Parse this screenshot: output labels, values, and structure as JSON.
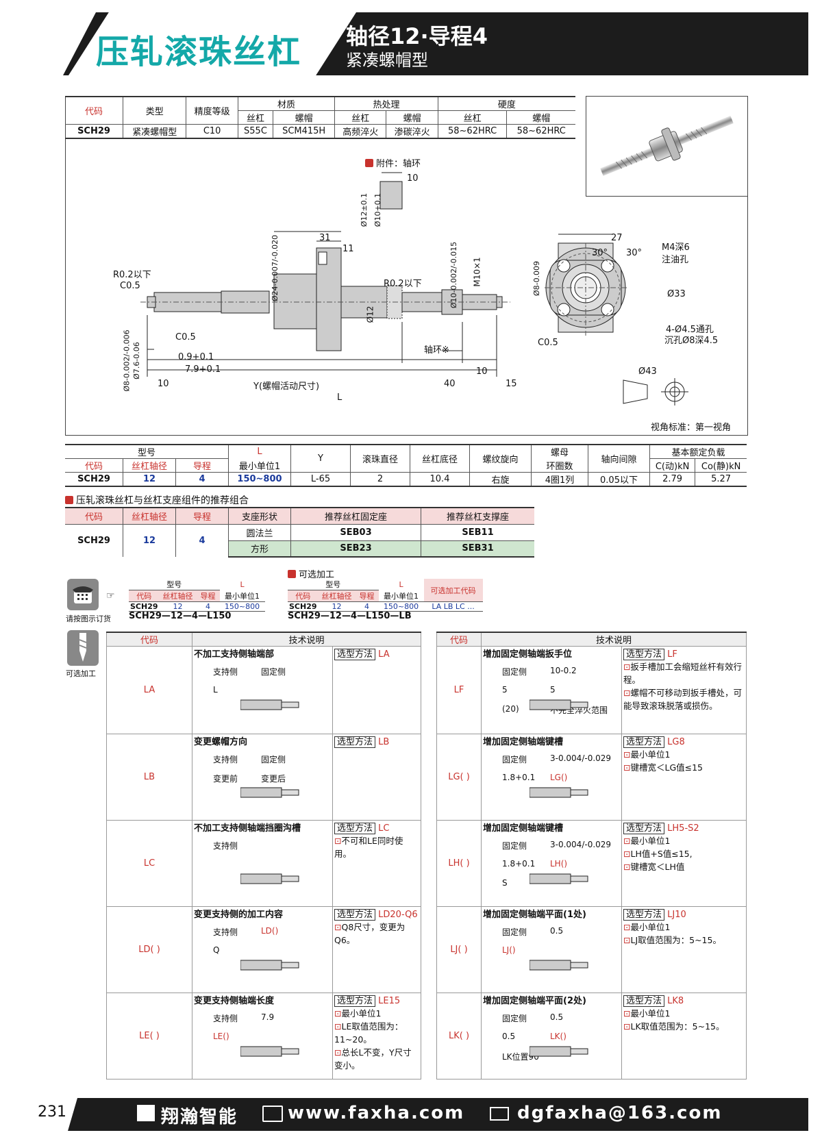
{
  "header": {
    "title": "压轧滚珠丝杠",
    "subtitle1": "轴径12·导程4",
    "subtitle2": "紧凑螺帽型"
  },
  "spec_table": {
    "headers": {
      "code": "代码",
      "type": "类型",
      "precision": "精度等级",
      "material": "材质",
      "heat": "热处理",
      "hardness": "硬度",
      "screw": "丝杠",
      "nut": "螺帽"
    },
    "row": {
      "code": "SCH29",
      "type": "紧凑螺帽型",
      "precision": "C10",
      "mat_screw": "S55C",
      "mat_nut": "SCM415H",
      "heat_screw": "高频淬火",
      "heat_nut": "渗碳淬火",
      "hard_screw": "58~62HRC",
      "hard_nut": "58~62HRC"
    }
  },
  "drawing": {
    "accessory": "附件：轴环",
    "collar_len": "10",
    "collar_d1": "Ø12±0.1",
    "collar_d2": "Ø10+0.1",
    "dim31": "31",
    "dim11": "11",
    "r02a": "R0.2以下",
    "c05a": "C0.5",
    "r02b": "R0.2以下",
    "d24": "Ø24-0.007/-0.020",
    "d12": "Ø12",
    "d10": "Ø10-0.002/-0.015",
    "m10": "M10×1",
    "d8r": "Ø8-0.009",
    "c05b": "C0.5",
    "c05c": "C0.5",
    "d8l": "Ø8-0.002/-0.006",
    "d76": "Ø7.6-0.06",
    "d09": "0.9+0.1",
    "d79": "7.9+0.1",
    "collar": "轴环※",
    "d10b": "10",
    "y": "Y(螺帽活动尺寸)",
    "d40": "40",
    "d10c": "10",
    "d15": "15",
    "l": "L",
    "d27": "27",
    "ang1": "30°",
    "ang2": "30°",
    "m4": "M4深6",
    "oil": "注油孔",
    "d33": "Ø33",
    "holes": "4-Ø4.5通孔",
    "cbore": "沉孔Ø8深4.5",
    "d43": "Ø43",
    "view": "视角标准：第一视角"
  },
  "model_table": {
    "h": {
      "model": "型号",
      "code": "代码",
      "axis": "丝杠轴径",
      "lead": "导程",
      "L": "L",
      "Lsub": "最小单位1",
      "Y": "Y",
      "ball": "滚珠直径",
      "root": "丝杠底径",
      "dir": "螺纹旋向",
      "turns1": "螺母",
      "turns2": "环圈数",
      "clear": "轴向间隙",
      "load": "基本额定负载",
      "c": "C(动)kN",
      "co": "Co(静)kN"
    },
    "r": {
      "code": "SCH29",
      "axis": "12",
      "lead": "4",
      "L": "150~800",
      "Y": "L-65",
      "ball": "2",
      "root": "10.4",
      "dir": "右旋",
      "turns": "4圈1列",
      "clear": "0.05以下",
      "c": "2.79",
      "co": "5.27"
    }
  },
  "combo": {
    "title": "压轧滚珠丝杠与丝杠支座组件的推荐组合",
    "h": {
      "code": "代码",
      "axis": "丝杠轴径",
      "lead": "导程",
      "shape": "支座形状",
      "fix": "推荐丝杠固定座",
      "sup": "推荐丝杠支撑座"
    },
    "rows": [
      {
        "code": "SCH29",
        "axis": "12",
        "lead": "4",
        "shape": "圆法兰",
        "fix": "SEB03",
        "sup": "SEB11"
      },
      {
        "shape": "方形",
        "fix": "SEB23",
        "sup": "SEB31"
      }
    ]
  },
  "order": {
    "phone_lbl": "请按图示订货",
    "opt_lbl": "可选加工",
    "t1": {
      "model": "型号",
      "code": "代码",
      "axis": "丝杠轴径",
      "lead": "导程",
      "L": "L",
      "Lsub": "最小单位1",
      "v_code": "SCH29",
      "v_axis": "12",
      "v_lead": "4",
      "v_L": "150~800",
      "example": "SCH29—12—4—L150"
    },
    "t2": {
      "title": "可选加工",
      "model": "型号",
      "code": "代码",
      "axis": "丝杠轴径",
      "lead": "导程",
      "L": "L",
      "Lsub": "最小单位1",
      "optcode": "可选加工代码",
      "v_code": "SCH29",
      "v_axis": "12",
      "v_lead": "4",
      "v_L": "150~800",
      "v_opt": "LA  LB  LC ...",
      "example": "SCH29—12—4—L150—LB"
    }
  },
  "options": {
    "h_code": "代码",
    "h_desc": "技术说明",
    "sel": "选型方法",
    "left": [
      {
        "code": "LA",
        "title": "不加工支持侧轴端部",
        "sel": "LA",
        "notes": [],
        "labels": [
          "支持侧",
          "固定侧",
          "L"
        ]
      },
      {
        "code": "LB",
        "title": "变更螺帽方向",
        "sel": "LB",
        "notes": [],
        "labels": [
          "支持侧",
          "固定侧",
          "变更前",
          "变更后"
        ]
      },
      {
        "code": "LC",
        "title": "不加工支持侧轴端挡圈沟槽",
        "sel": "LC",
        "notes": [
          "不可和LE同时使用。"
        ],
        "labels": [
          "支持侧"
        ]
      },
      {
        "code": "LD( )",
        "title": "变更支持侧的加工内容",
        "sel": "LD20-Q6",
        "notes": [
          "Q8尺寸，变更为Q6。"
        ],
        "labels": [
          "支持侧",
          "LD()",
          "Q"
        ]
      },
      {
        "code": "LE( )",
        "title": "变更支持侧轴端长度",
        "sel": "LE15",
        "notes": [
          "最小单位1",
          "LE取值范围为：11~20。",
          "总长L不变，Y尺寸变小。"
        ],
        "labels": [
          "支持侧",
          "7.9",
          "LE()"
        ]
      }
    ],
    "right": [
      {
        "code": "LF",
        "title": "增加固定侧轴端扳手位",
        "sel": "LF",
        "notes": [
          "扳手槽加工会缩短丝杆有效行程。",
          "螺帽不可移动到扳手槽处，可能导致滚珠脱落或损伤。"
        ],
        "labels": [
          "固定侧",
          "10-0.2",
          "5",
          "5",
          "(20)",
          "不完全淬火范围"
        ]
      },
      {
        "code": "LG( )",
        "title": "增加固定侧轴端键槽",
        "sel": "LG8",
        "notes": [
          "最小单位1",
          "键槽宽＜LG值≤15"
        ],
        "labels": [
          "固定侧",
          "3-0.004/-0.029",
          "1.8+0.1",
          "LG()"
        ]
      },
      {
        "code": "LH( )",
        "title": "增加固定侧轴端键槽",
        "sel": "LH5-S2",
        "notes": [
          "最小单位1",
          "LH值+S值≤15,",
          "键槽宽＜LH值"
        ],
        "labels": [
          "固定侧",
          "3-0.004/-0.029",
          "1.8+0.1",
          "LH()",
          "S"
        ]
      },
      {
        "code": "LJ( )",
        "title": "增加固定侧轴端平面(1处)",
        "sel": "LJ10",
        "notes": [
          "最小单位1",
          "LJ取值范围为：5~15。"
        ],
        "labels": [
          "固定侧",
          "0.5",
          "LJ()"
        ]
      },
      {
        "code": "LK( )",
        "title": "增加固定侧轴端平面(2处)",
        "sel": "LK8",
        "notes": [
          "最小单位1",
          "LK取值范围为：5~15。"
        ],
        "labels": [
          "固定侧",
          "0.5",
          "0.5",
          "LK()",
          "LK位置90°"
        ]
      }
    ]
  },
  "footer": {
    "page": "231",
    "brand": "翔瀚智能",
    "web": "www.faxha.com",
    "mail": "dgfaxha@163.com"
  }
}
